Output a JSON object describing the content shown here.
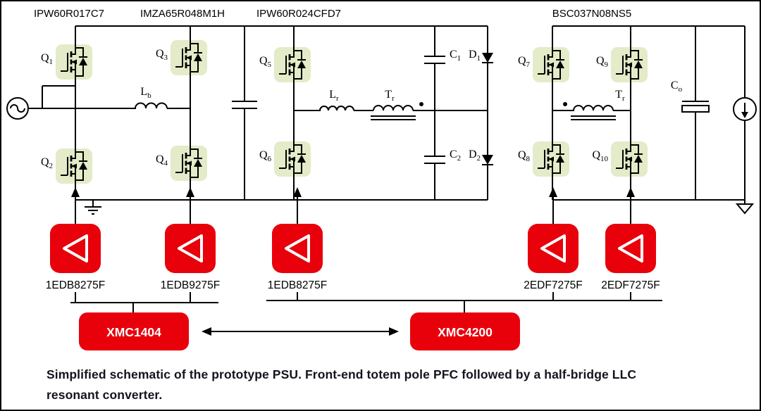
{
  "schematic": {
    "part_labels": [
      "IPW60R017C7",
      "IMZA65R048M1H",
      "IPW60R024CFD7",
      "BSC037N08NS5"
    ],
    "transistors": [
      {
        "base": "Q",
        "sub": "1"
      },
      {
        "base": "Q",
        "sub": "2"
      },
      {
        "base": "Q",
        "sub": "3"
      },
      {
        "base": "Q",
        "sub": "4"
      },
      {
        "base": "Q",
        "sub": "5"
      },
      {
        "base": "Q",
        "sub": "6"
      },
      {
        "base": "Q",
        "sub": "7"
      },
      {
        "base": "Q",
        "sub": "8"
      },
      {
        "base": "Q",
        "sub": "9"
      },
      {
        "base": "Q",
        "sub": "10"
      }
    ],
    "components": {
      "lb": {
        "base": "L",
        "sub": "b"
      },
      "lr": {
        "base": "L",
        "sub": "r"
      },
      "tr_primary": {
        "base": "T",
        "sub": "r"
      },
      "tr_secondary": {
        "base": "T",
        "sub": "r"
      },
      "c1": {
        "base": "C",
        "sub": "1"
      },
      "c2": {
        "base": "C",
        "sub": "2"
      },
      "d1": {
        "base": "D",
        "sub": "1"
      },
      "d2": {
        "base": "D",
        "sub": "2"
      },
      "co": {
        "base": "C",
        "sub": "o"
      }
    }
  },
  "drivers": [
    {
      "label": "1EDB8275F"
    },
    {
      "label": "1EDB9275F"
    },
    {
      "label": "1EDB8275F"
    },
    {
      "label": "2EDF7275F"
    },
    {
      "label": "2EDF7275F"
    }
  ],
  "controllers": {
    "left": "XMC1404",
    "right": "XMC4200"
  },
  "caption": "Simplified schematic of the prototype PSU. Front-end totem pole PFC followed by a half-bridge LLC resonant converter.",
  "colors": {
    "accent_red": "#e8000b",
    "mosfet_highlight": "#e3ebc8"
  }
}
